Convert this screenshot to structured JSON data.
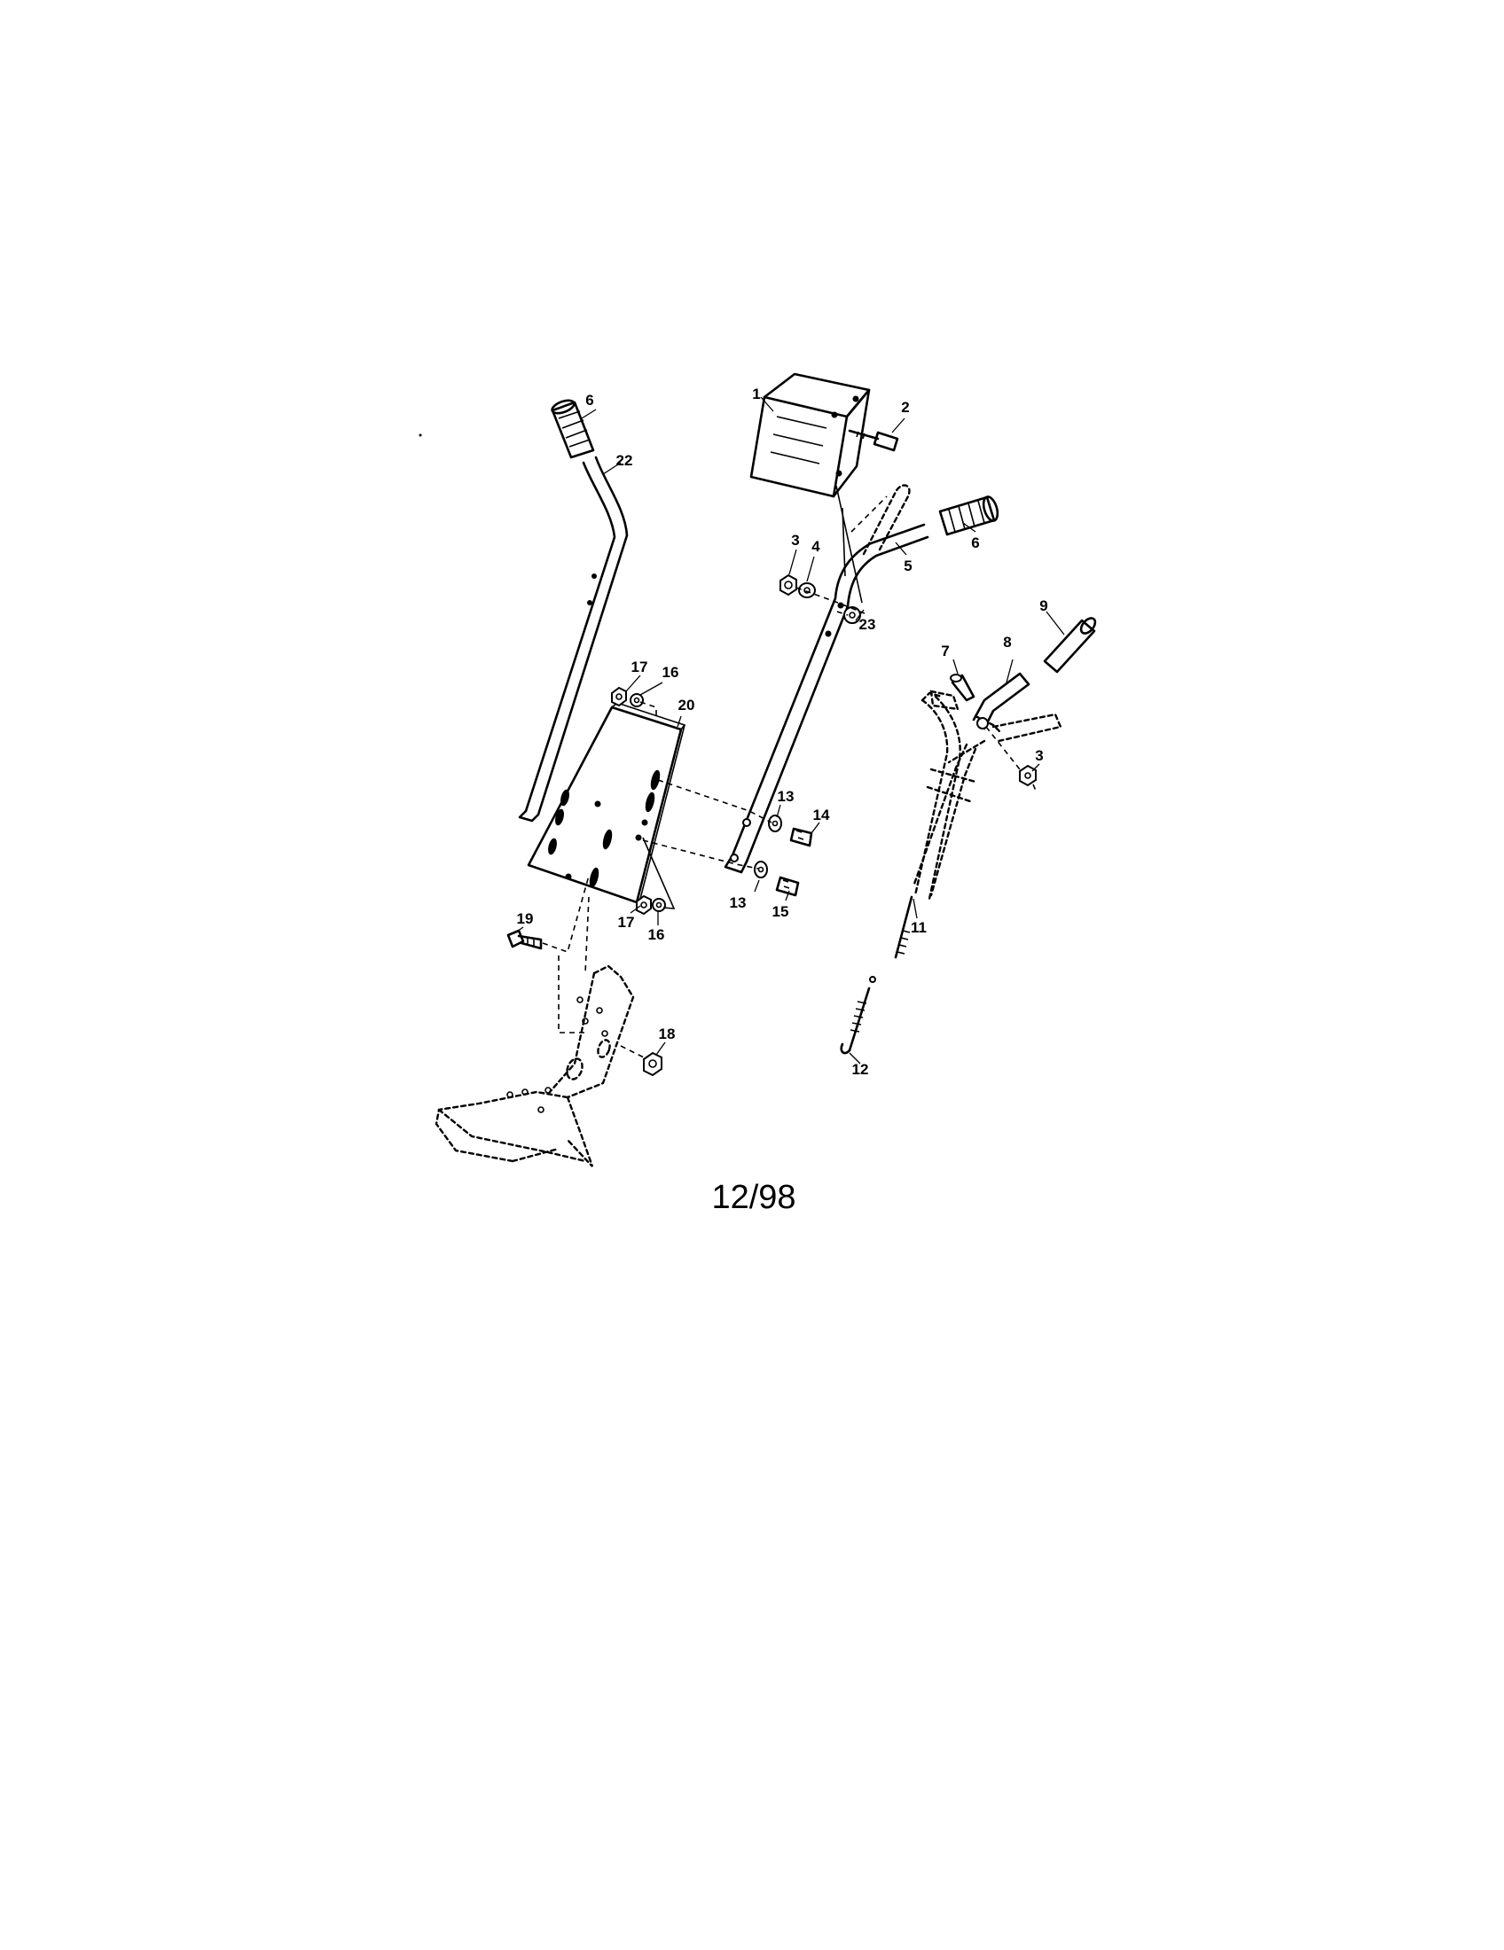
{
  "diagram": {
    "date_code": "12/98",
    "callouts": [
      {
        "id": "c1",
        "text": "1"
      },
      {
        "id": "c2",
        "text": "2"
      },
      {
        "id": "c3a",
        "text": "3"
      },
      {
        "id": "c4",
        "text": "4"
      },
      {
        "id": "c5",
        "text": "5"
      },
      {
        "id": "c6a",
        "text": "6"
      },
      {
        "id": "c6b",
        "text": "6"
      },
      {
        "id": "c22",
        "text": "22"
      },
      {
        "id": "c23",
        "text": "23"
      },
      {
        "id": "c9",
        "text": "9"
      },
      {
        "id": "c7",
        "text": "7"
      },
      {
        "id": "c8",
        "text": "8"
      },
      {
        "id": "c3b",
        "text": "3"
      },
      {
        "id": "c17a",
        "text": "17"
      },
      {
        "id": "c16a",
        "text": "16"
      },
      {
        "id": "c20",
        "text": "20"
      },
      {
        "id": "c13a",
        "text": "13"
      },
      {
        "id": "c14",
        "text": "14"
      },
      {
        "id": "c13b",
        "text": "13"
      },
      {
        "id": "c15",
        "text": "15"
      },
      {
        "id": "c17b",
        "text": "17"
      },
      {
        "id": "c16b",
        "text": "16"
      },
      {
        "id": "c19",
        "text": "19"
      },
      {
        "id": "c11",
        "text": "11"
      },
      {
        "id": "c18",
        "text": "18"
      },
      {
        "id": "c12",
        "text": "12"
      }
    ]
  }
}
